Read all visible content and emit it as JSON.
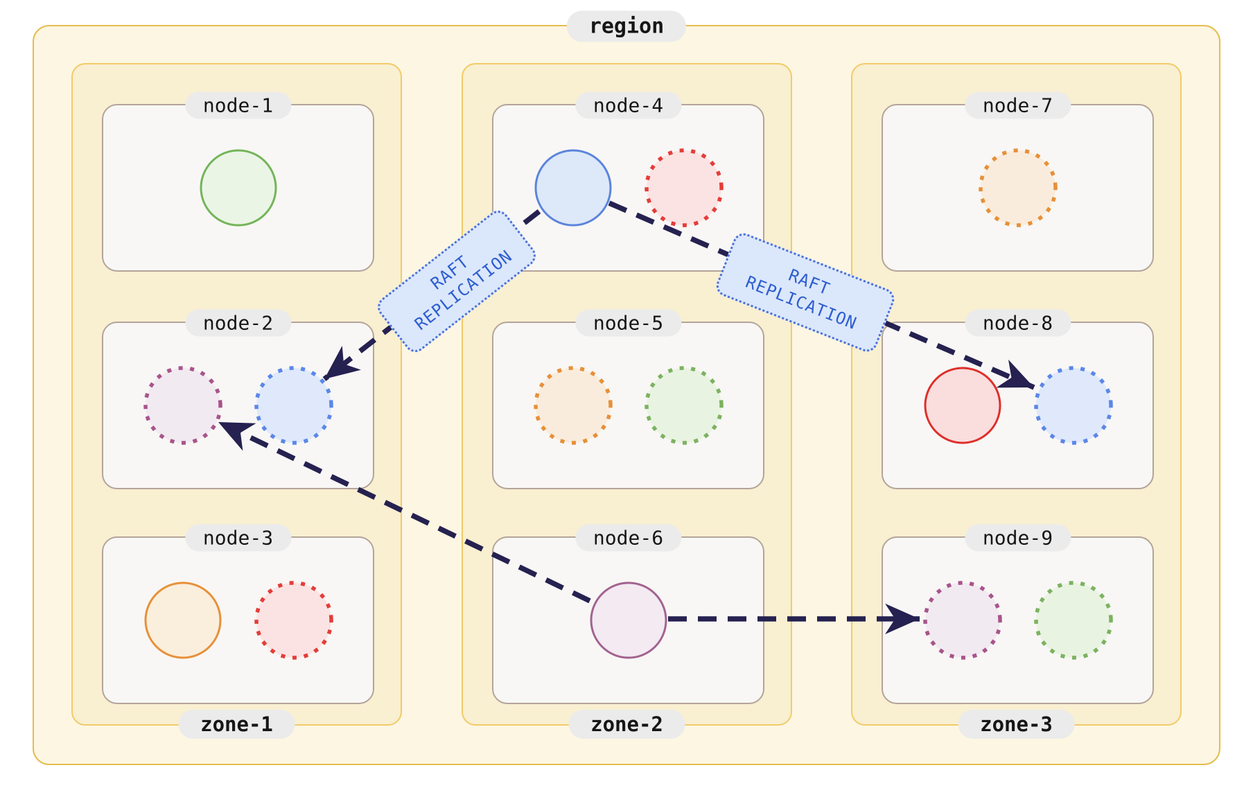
{
  "region": {
    "label": "region"
  },
  "zones": [
    {
      "label": "zone-1",
      "nodes": [
        {
          "label": "node-1",
          "replicas": [
            {
              "style": "solid",
              "stroke": "#74b45a",
              "fill": "#ebf5e6"
            }
          ]
        },
        {
          "label": "node-2",
          "replicas": [
            {
              "style": "dotted",
              "stroke": "#a8548b",
              "fill": "#f2eaf1"
            },
            {
              "style": "dotted",
              "stroke": "#5b87e8",
              "fill": "#dfe9fb"
            }
          ]
        },
        {
          "label": "node-3",
          "replicas": [
            {
              "style": "solid",
              "stroke": "#e79038",
              "fill": "#faeedd"
            },
            {
              "style": "dotted",
              "stroke": "#e43d39",
              "fill": "#fbe3e3"
            }
          ]
        }
      ]
    },
    {
      "label": "zone-2",
      "nodes": [
        {
          "label": "node-4",
          "replicas": [
            {
              "style": "solid",
              "stroke": "#5b84dc",
              "fill": "#dde8f8"
            },
            {
              "style": "dotted",
              "stroke": "#e43d39",
              "fill": "#fbe3e3"
            }
          ]
        },
        {
          "label": "node-5",
          "replicas": [
            {
              "style": "dotted",
              "stroke": "#e79038",
              "fill": "#f9ecdc"
            },
            {
              "style": "dotted",
              "stroke": "#7cb260",
              "fill": "#e9f3e2"
            }
          ]
        },
        {
          "label": "node-6",
          "replicas": [
            {
              "style": "solid",
              "stroke": "#a2638f",
              "fill": "#f3eaf2"
            }
          ]
        }
      ]
    },
    {
      "label": "zone-3",
      "nodes": [
        {
          "label": "node-7",
          "replicas": [
            {
              "style": "dotted",
              "stroke": "#e79038",
              "fill": "#f9ecdc"
            }
          ]
        },
        {
          "label": "node-8",
          "replicas": [
            {
              "style": "solid",
              "stroke": "#de2f2b",
              "fill": "#fadddd"
            },
            {
              "style": "dotted",
              "stroke": "#5b87e8",
              "fill": "#dfe9fb"
            }
          ]
        },
        {
          "label": "node-9",
          "replicas": [
            {
              "style": "dotted",
              "stroke": "#a8548b",
              "fill": "#f2eaf1"
            },
            {
              "style": "dotted",
              "stroke": "#7cb260",
              "fill": "#e9f3e2"
            }
          ]
        }
      ]
    }
  ],
  "raft": {
    "labels": [
      {
        "lines": [
          "RAFT",
          "REPLICATION"
        ]
      },
      {
        "lines": [
          "RAFT",
          "REPLICATION"
        ]
      }
    ],
    "arrows": [
      {
        "from": "node-4",
        "to": "node-2"
      },
      {
        "from": "node-4",
        "to": "node-8"
      },
      {
        "from": "node-6",
        "to": "node-2"
      },
      {
        "from": "node-6",
        "to": "node-9"
      }
    ]
  },
  "colors": {
    "region_fill": "#fdf6e2",
    "region_border": "#e4bd4e",
    "zone_fill": "#f9efd1",
    "zone_border": "#f0cb67",
    "node_fill": "#f8f7f5",
    "node_border": "#b3a49a",
    "label_pill": "#ebebeb",
    "arrow": "#252150",
    "raft_fill": "#dbe7fb",
    "raft_border": "#4a6fd6",
    "raft_text": "#2e5ed0"
  }
}
